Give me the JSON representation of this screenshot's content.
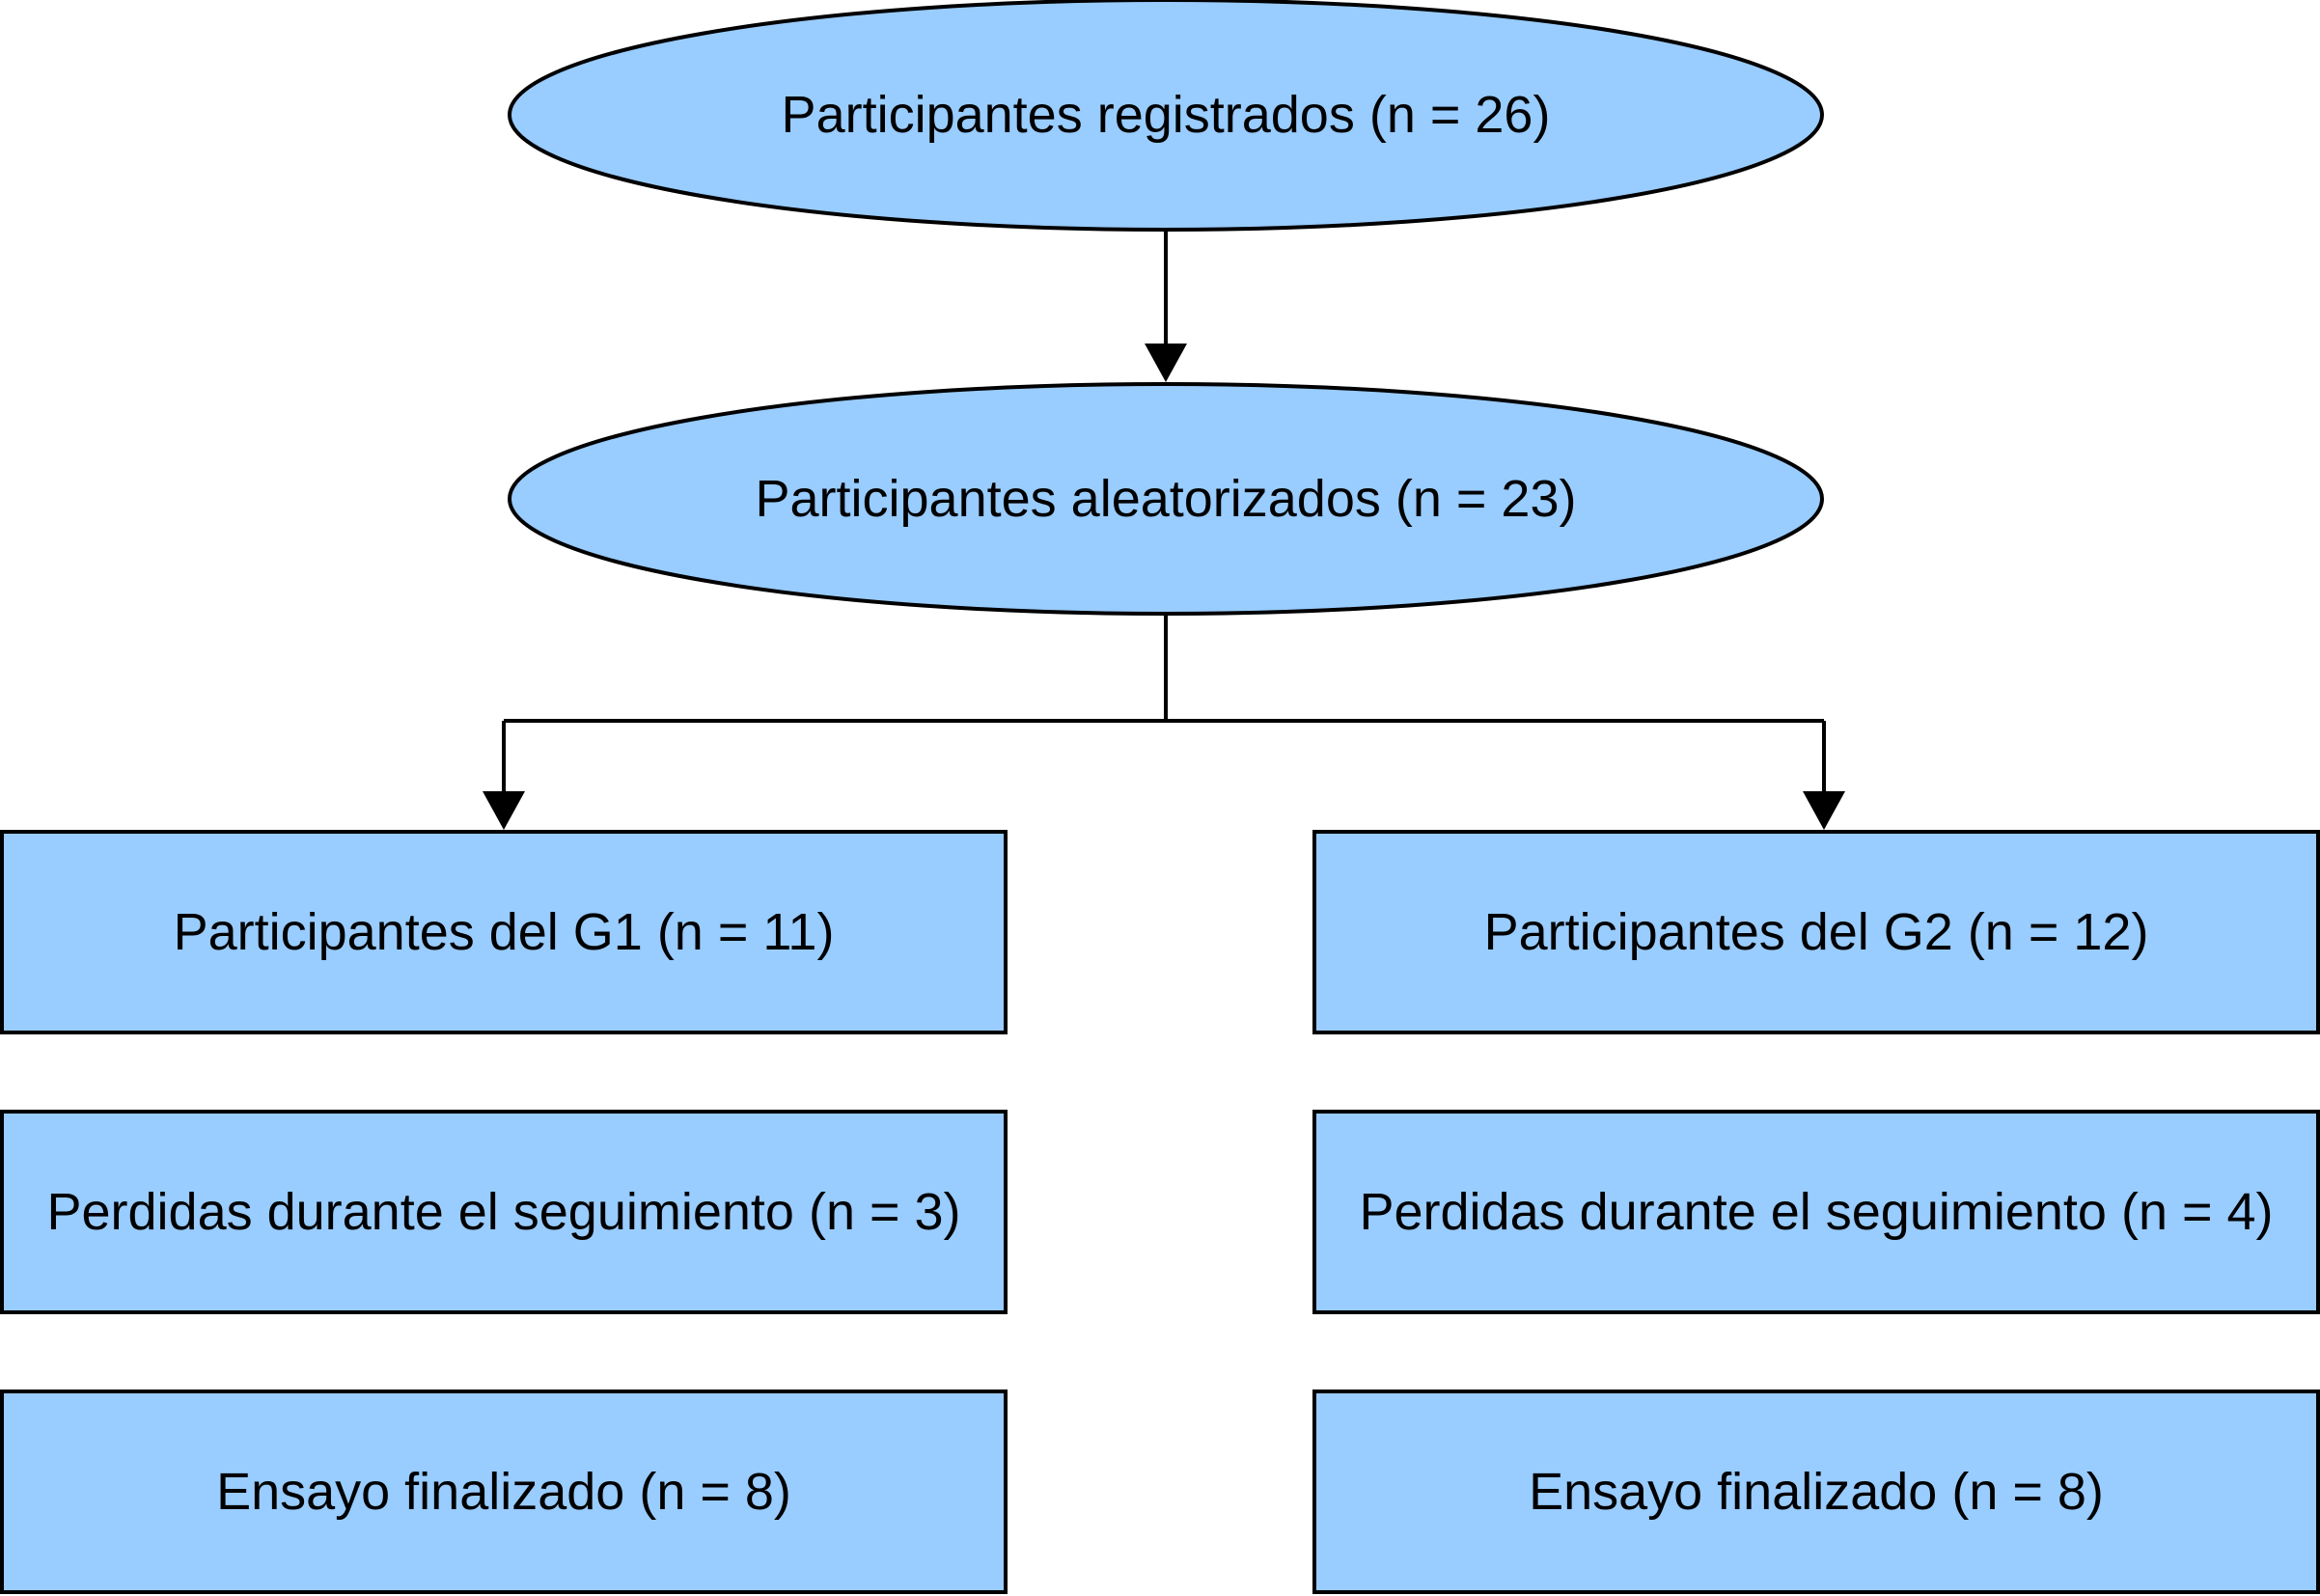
{
  "colors": {
    "node_fill": "#99CCFF",
    "stroke": "#000000",
    "background": "#FFFFFF"
  },
  "nodes": {
    "registered": "Participantes registrados (n = 26)",
    "randomized": "Participantes aleatorizados (n = 23)",
    "g1_participants": "Participantes del G1 (n = 11)",
    "g2_participants": "Participantes del G2 (n = 12)",
    "g1_lost": "Perdidas durante el seguimiento (n = 3)",
    "g2_lost": "Perdidas durante el seguimiento (n = 4)",
    "g1_finished": "Ensayo finalizado (n = 8)",
    "g2_finished": "Ensayo finalizado (n = 8)"
  }
}
